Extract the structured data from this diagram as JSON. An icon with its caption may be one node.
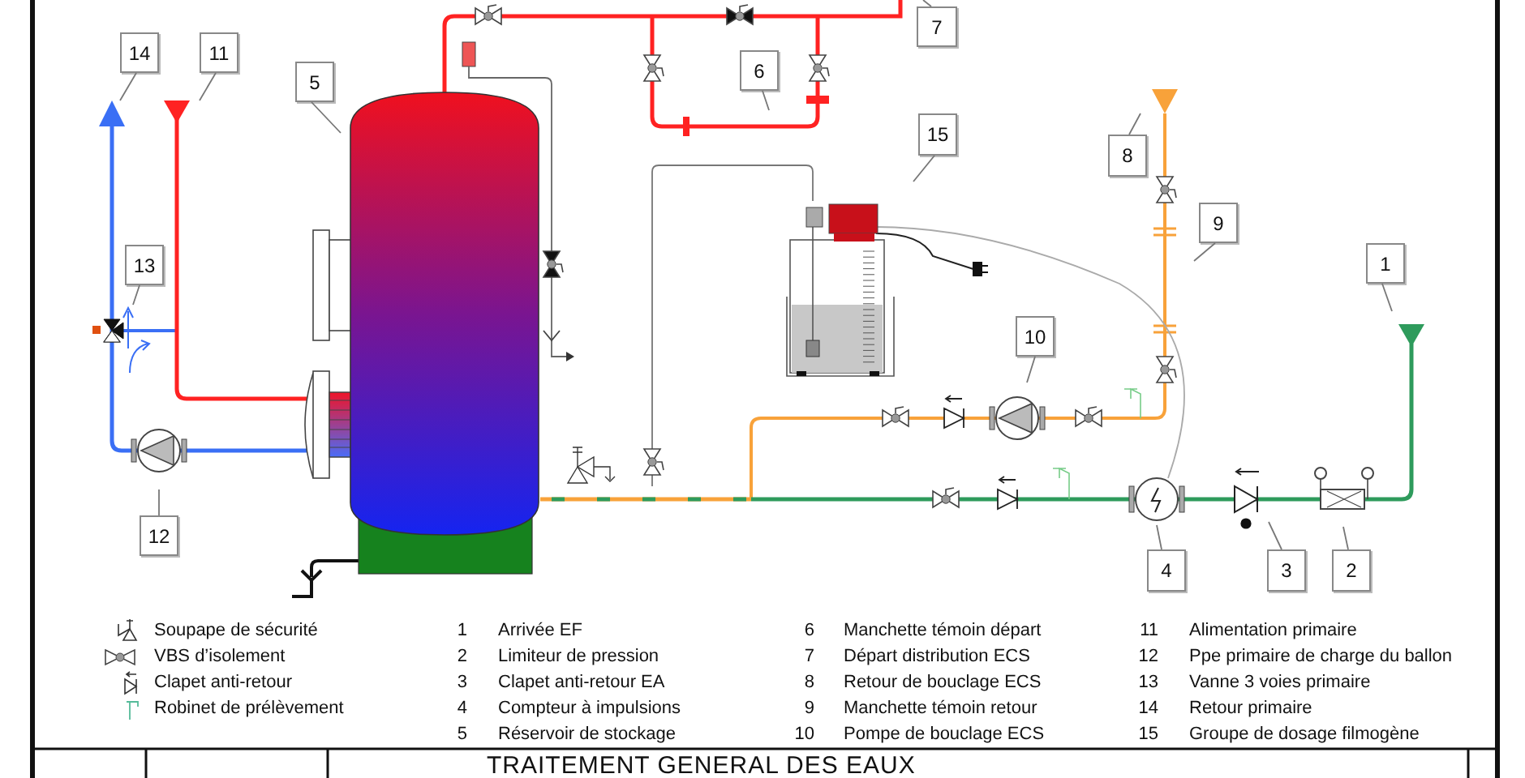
{
  "diagram": {
    "title": "TRAITEMENT GENERAL DES EAUX",
    "nodes": [
      {
        "text": [
          "7"
        ]
      },
      {
        "text": [
          "14"
        ]
      },
      {
        "text": [
          "11"
        ]
      },
      {
        "text": [
          "6"
        ]
      },
      {
        "text": [
          "5"
        ]
      },
      {
        "text": [
          "15"
        ]
      },
      {
        "text": [
          "8"
        ]
      },
      {
        "text": [
          "9"
        ]
      },
      {
        "text": [
          "13"
        ]
      },
      {
        "text": [
          "1"
        ]
      },
      {
        "text": [
          "10"
        ]
      },
      {
        "text": [
          "12"
        ]
      },
      {
        "text": [
          "4"
        ]
      },
      {
        "text": [
          "3"
        ]
      },
      {
        "text": [
          "2"
        ]
      },
      {
        "text": [],
        "shape": "cylinder"
      }
    ],
    "edges": [
      {
        "from": 0,
        "to": null,
        "arrow": "none"
      },
      {
        "from": 1,
        "to": null,
        "arrow": "none"
      },
      {
        "from": 2,
        "to": null,
        "arrow": "none"
      },
      {
        "from": 3,
        "to": null,
        "arrow": "none"
      },
      {
        "from": 4,
        "to": 15,
        "arrow": "none"
      },
      {
        "from": 5,
        "to": null,
        "arrow": "none"
      },
      {
        "from": 6,
        "to": null,
        "arrow": "none"
      },
      {
        "from": 7,
        "to": null,
        "arrow": "none"
      },
      {
        "from": 8,
        "to": null,
        "arrow": "none"
      },
      {
        "from": 9,
        "to": null,
        "arrow": "none"
      },
      {
        "from": 10,
        "to": null,
        "arrow": "none"
      },
      {
        "from": 11,
        "to": null,
        "arrow": "none"
      },
      {
        "from": 12,
        "to": null,
        "arrow": "none"
      },
      {
        "from": 13,
        "to": null,
        "arrow": "none"
      },
      {
        "from": 14,
        "to": null,
        "arrow": "none"
      }
    ],
    "labels": [
      "1",
      "Arrivée EF",
      "2",
      "Limiteur de pression",
      "3",
      "Clapet anti-retour EA",
      "4",
      "Compteur à impulsions",
      "5",
      "Réservoir de stockage",
      "6",
      "Manchette témoin départ",
      "7",
      "Départ distribution ECS",
      "8",
      "Retour de bouclage ECS",
      "9",
      "Manchette témoin retour",
      "10",
      "Pompe de bouclage ECS",
      "11",
      "Alimentation primaire",
      "12",
      "Ppe primaire de charge du ballon",
      "13",
      "Vanne 3 voies primaire",
      "14",
      "Retour primaire",
      "15",
      "Groupe de dosage filmogène"
    ],
    "legend": [
      {
        "text": "Soupape de sécurité"
      },
      {
        "text": "VBS d’isolement"
      },
      {
        "text": "Clapet anti-retour"
      },
      {
        "text": "Robinet de prélèvement"
      }
    ]
  }
}
